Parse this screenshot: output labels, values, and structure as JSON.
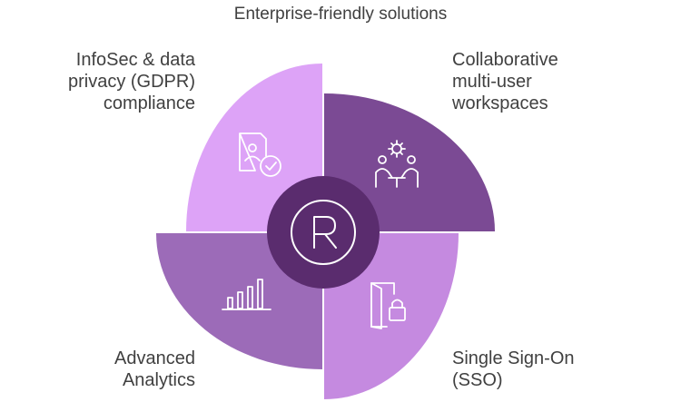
{
  "title": "Enterprise-friendly solutions",
  "center": {
    "letter": "R",
    "icon": "r-logo-icon"
  },
  "quadrants": [
    {
      "position": "top-left",
      "label": "InfoSec & data\nprivacy (GDPR)\ncompliance",
      "icon": "document-check-icon",
      "color": "#DDA3F7"
    },
    {
      "position": "top-right",
      "label": "Collaborative\nmulti-user\nworkspaces",
      "icon": "collaboration-icon",
      "color": "#7B4A94"
    },
    {
      "position": "bottom-left",
      "label": "Advanced\nAnalytics",
      "icon": "bar-chart-icon",
      "color": "#9C6BB8"
    },
    {
      "position": "bottom-right",
      "label": "Single Sign-On\n(SSO)",
      "icon": "door-lock-icon",
      "color": "#C58AE0"
    }
  ],
  "colors": {
    "center": "#5A2C6E",
    "text": "#404040"
  }
}
